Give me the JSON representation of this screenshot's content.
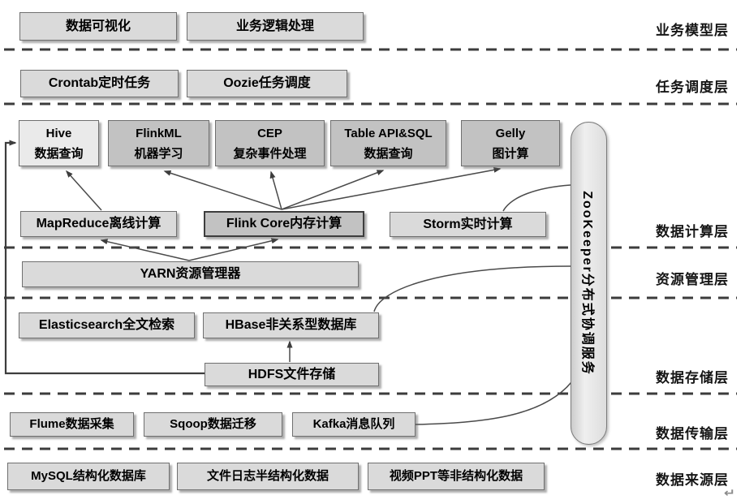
{
  "diagram": {
    "layers": [
      {
        "id": "business",
        "label": "业务模型层"
      },
      {
        "id": "scheduling",
        "label": "任务调度层"
      },
      {
        "id": "computing",
        "label": "数据计算层"
      },
      {
        "id": "resource",
        "label": "资源管理层"
      },
      {
        "id": "storage",
        "label": "数据存储层"
      },
      {
        "id": "transmission",
        "label": "数据传输层"
      },
      {
        "id": "source",
        "label": "数据来源层"
      }
    ],
    "nodes": {
      "data_viz": {
        "label": "数据可视化"
      },
      "biz_logic": {
        "label": "业务逻辑处理"
      },
      "crontab": {
        "label": "Crontab定时任务"
      },
      "oozie": {
        "label": "Oozie任务调度"
      },
      "hive": {
        "line1": "Hive",
        "line2": "数据查询"
      },
      "flinkml": {
        "line1": "FlinkML",
        "line2": "机器学习"
      },
      "cep": {
        "line1": "CEP",
        "line2": "复杂事件处理"
      },
      "table_api": {
        "line1": "Table API&SQL",
        "line2": "数据查询"
      },
      "gelly": {
        "line1": "Gelly",
        "line2": "图计算"
      },
      "mapreduce": {
        "label": "MapReduce离线计算"
      },
      "flink_core": {
        "label": "Flink Core内存计算"
      },
      "storm": {
        "label": "Storm实时计算"
      },
      "yarn": {
        "label": "YARN资源管理器"
      },
      "elasticsearch": {
        "label": "Elasticsearch全文检索"
      },
      "hbase": {
        "label": "HBase非关系型数据库"
      },
      "hdfs": {
        "label": "HDFS文件存储"
      },
      "flume": {
        "label": "Flume数据采集"
      },
      "sqoop": {
        "label": "Sqoop数据迁移"
      },
      "kafka": {
        "label": "Kafka消息队列"
      },
      "mysql": {
        "label": "MySQL结构化数据库"
      },
      "semi": {
        "label": "文件日志半结构化数据"
      },
      "unstructured": {
        "label": "视频PPT等非结构化数据"
      }
    },
    "zookeeper": {
      "label": "ZooKeeper分布式协调服务"
    },
    "connections": [
      {
        "from": "MapReduce离线计算",
        "to": "Hive数据查询",
        "style": "arrow"
      },
      {
        "from": "Flink Core内存计算",
        "to": "FlinkML机器学习",
        "style": "arrow"
      },
      {
        "from": "Flink Core内存计算",
        "to": "CEP复杂事件处理",
        "style": "arrow"
      },
      {
        "from": "Flink Core内存计算",
        "to": "Table API&SQL数据查询",
        "style": "arrow"
      },
      {
        "from": "Flink Core内存计算",
        "to": "Gelly图计算",
        "style": "arrow"
      },
      {
        "from": "YARN资源管理器",
        "to": "MapReduce离线计算",
        "style": "arrow"
      },
      {
        "from": "YARN资源管理器",
        "to": "Flink Core内存计算",
        "style": "arrow"
      },
      {
        "from": "HDFS文件存储",
        "to": "HBase非关系型数据库",
        "style": "arrow"
      },
      {
        "from": "HDFS文件存储",
        "to": "Hive数据查询",
        "style": "arrow-elbow"
      },
      {
        "from": "ZooKeeper分布式协调服务",
        "to": "Storm实时计算",
        "style": "curve"
      },
      {
        "from": "ZooKeeper分布式协调服务",
        "to": "HBase非关系型数据库",
        "style": "curve"
      },
      {
        "from": "ZooKeeper分布式协调服务",
        "to": "Kafka消息队列",
        "style": "curve"
      }
    ],
    "colors": {
      "background": "#ffffff",
      "box_fill": "#dadada",
      "box_fill_dark": "#c2c2c2",
      "box_fill_light": "#eaeaea",
      "box_border": "#6f6f6f",
      "dashed_separator": "#3c3c3c",
      "connector": "#4a4a4a"
    },
    "artifacts": {
      "return_mark": "↵"
    }
  }
}
